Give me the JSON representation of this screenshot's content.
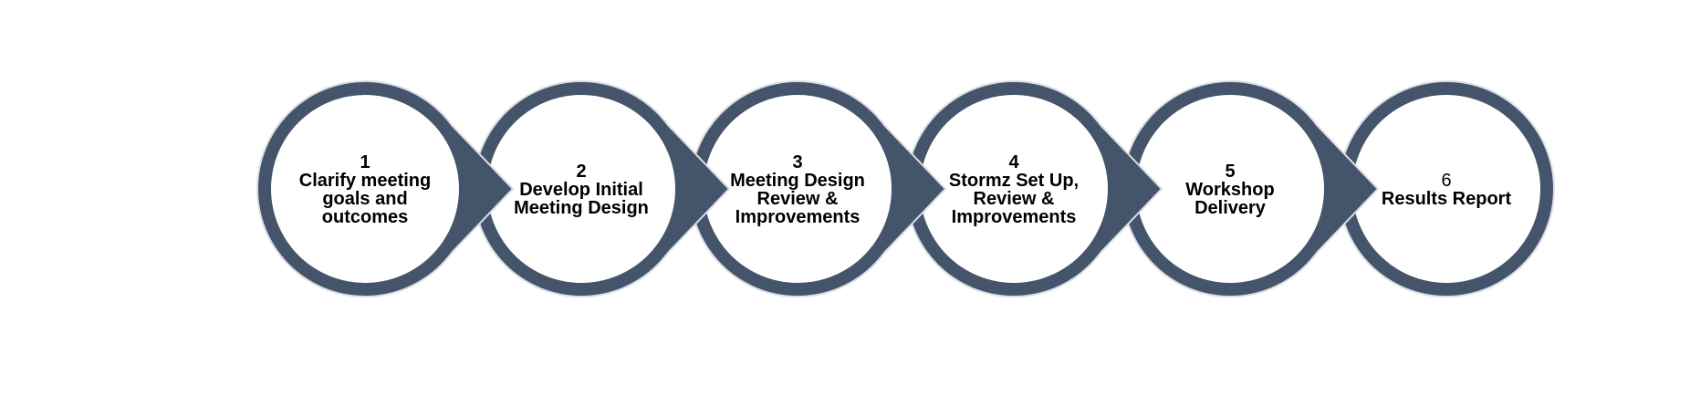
{
  "colors": {
    "ring": "#44546A",
    "ring_highlight": "#D9DEE6",
    "fill": "#FFFFFF",
    "text": "#000000"
  },
  "steps": [
    {
      "number": "1",
      "lines": [
        "Clarify meeting",
        "goals and",
        "outcomes"
      ]
    },
    {
      "number": "2",
      "lines": [
        "Develop Initial",
        "Meeting Design"
      ]
    },
    {
      "number": "3",
      "lines": [
        "Meeting Design",
        "Review &",
        "Improvements"
      ]
    },
    {
      "number": "4",
      "lines": [
        "Stormz Set Up,",
        "Review &",
        "Improvements"
      ]
    },
    {
      "number": "5",
      "lines": [
        "Workshop",
        "Delivery"
      ]
    },
    {
      "number": "6",
      "lines": [
        "Results Report"
      ]
    }
  ]
}
